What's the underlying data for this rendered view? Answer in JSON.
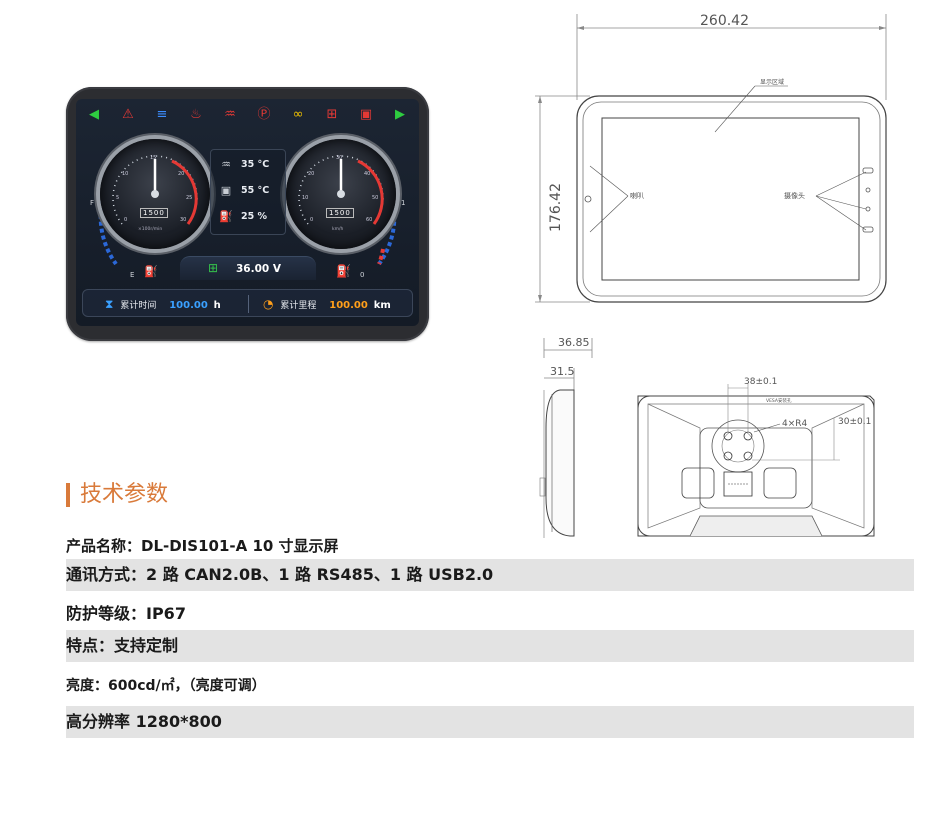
{
  "dashboard": {
    "warning_icons": [
      {
        "name": "left-turn-icon",
        "glyph": "◀",
        "color": "#2ecc40"
      },
      {
        "name": "brake-warning-icon",
        "glyph": "⚠",
        "color": "#e53935"
      },
      {
        "name": "headlight-icon",
        "glyph": "≡",
        "color": "#3c8dff"
      },
      {
        "name": "oil-pressure-icon",
        "glyph": "♨",
        "color": "#e53935"
      },
      {
        "name": "coolant-temp-icon",
        "glyph": "♒",
        "color": "#e53935"
      },
      {
        "name": "parking-brake-icon",
        "glyph": "Ⓟ",
        "color": "#e53935"
      },
      {
        "name": "glow-plug-icon",
        "glyph": "∞",
        "color": "#f2c200"
      },
      {
        "name": "battery-icon",
        "glyph": "⊞",
        "color": "#e53935"
      },
      {
        "name": "filter-icon",
        "glyph": "▣",
        "color": "#e53935"
      },
      {
        "name": "right-turn-icon",
        "glyph": "▶",
        "color": "#2ecc40"
      }
    ],
    "left_gauge": {
      "unit": "×100r/min",
      "odometer": "1500",
      "ticks": [
        "0",
        "5",
        "10",
        "15",
        "20",
        "25",
        "30"
      ]
    },
    "right_gauge": {
      "unit": "km/h",
      "odometer": "1500",
      "ticks": [
        "0",
        "10",
        "20",
        "30",
        "40",
        "50",
        "60"
      ]
    },
    "fuel_full_label": "F",
    "fuel_empty_label": "E",
    "right_scale_top": "1",
    "right_scale_bottom": "0",
    "readings": [
      {
        "icon": "coolant-temp-icon",
        "value": "35 °C"
      },
      {
        "icon": "oil-temp-icon",
        "value": "55 °C"
      },
      {
        "icon": "fuel-level-icon",
        "value": "25 %"
      }
    ],
    "voltage": "36.00 V",
    "total_time_label": "累计时间",
    "total_time_value": "100.00",
    "total_time_unit": "h",
    "total_mileage_label": "累计里程",
    "total_mileage_value": "100.00",
    "total_mileage_unit": "km",
    "colors": {
      "accent_blue": "#3aa0ff",
      "accent_orange": "#ff9f1a",
      "gauge_red": "#e53935"
    }
  },
  "front_drawing": {
    "width_dim": "260.42",
    "height_dim": "176.42",
    "screen_note": "显示区域",
    "left_note": "喇叭",
    "right_note": "摄像头"
  },
  "side_drawing": {
    "depth_dim": "36.85",
    "depth2_dim": "31.5"
  },
  "back_drawing": {
    "hole_dim": "38±0.1",
    "radius_dim": "4×R4",
    "offset_dim": "30±0.1",
    "top_note": "VESA安装孔"
  },
  "specs": {
    "section_title": "技术参数",
    "rows": [
      {
        "text": "产品名称：DL-DIS101-A 10 寸显示屏"
      },
      {
        "text": "通讯方式：2 路 CAN2.0B、1 路 RS485、1 路 USB2.0"
      },
      {
        "text": "防护等级：IP67"
      },
      {
        "text": "特点：支持定制"
      },
      {
        "text": "亮度：600cd/㎡，（亮度可调）"
      },
      {
        "text": "高分辨率 1280*800"
      }
    ]
  }
}
